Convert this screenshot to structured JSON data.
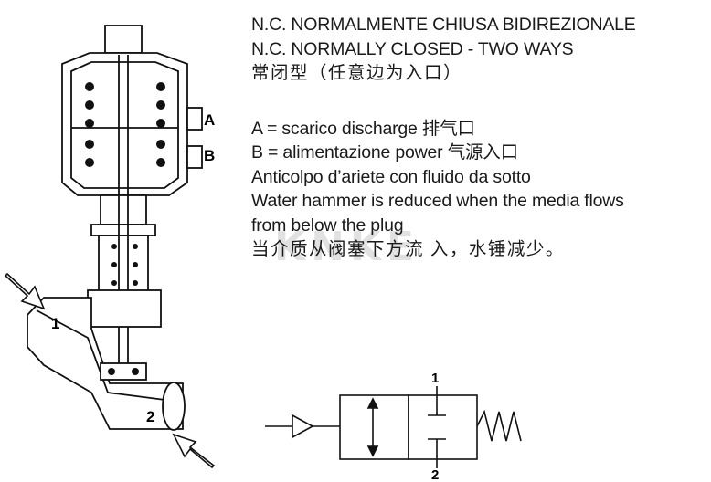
{
  "title_lines": [
    "N.C. NORMALMENTE CHIUSA BIDIREZIONALE",
    "N.C. NORMALLY CLOSED - TWO WAYS",
    "常闭型（任意边为入口）"
  ],
  "description_lines": [
    "A = scarico discharge  排气口",
    "B = alimentazione power   气源入口",
    "Anticolpo d’ariete con fluido da sotto",
    "Water hammer is reduced when the media flows",
    "from below the plug",
    "当介质从阀塞下方流 入，水锤减少。"
  ],
  "valve_ports": {
    "a": "A",
    "b": "B",
    "inlet": "1",
    "outlet": "2"
  },
  "symbol_ports": {
    "top": "1",
    "bottom": "2"
  },
  "watermark": "KNKE"
}
